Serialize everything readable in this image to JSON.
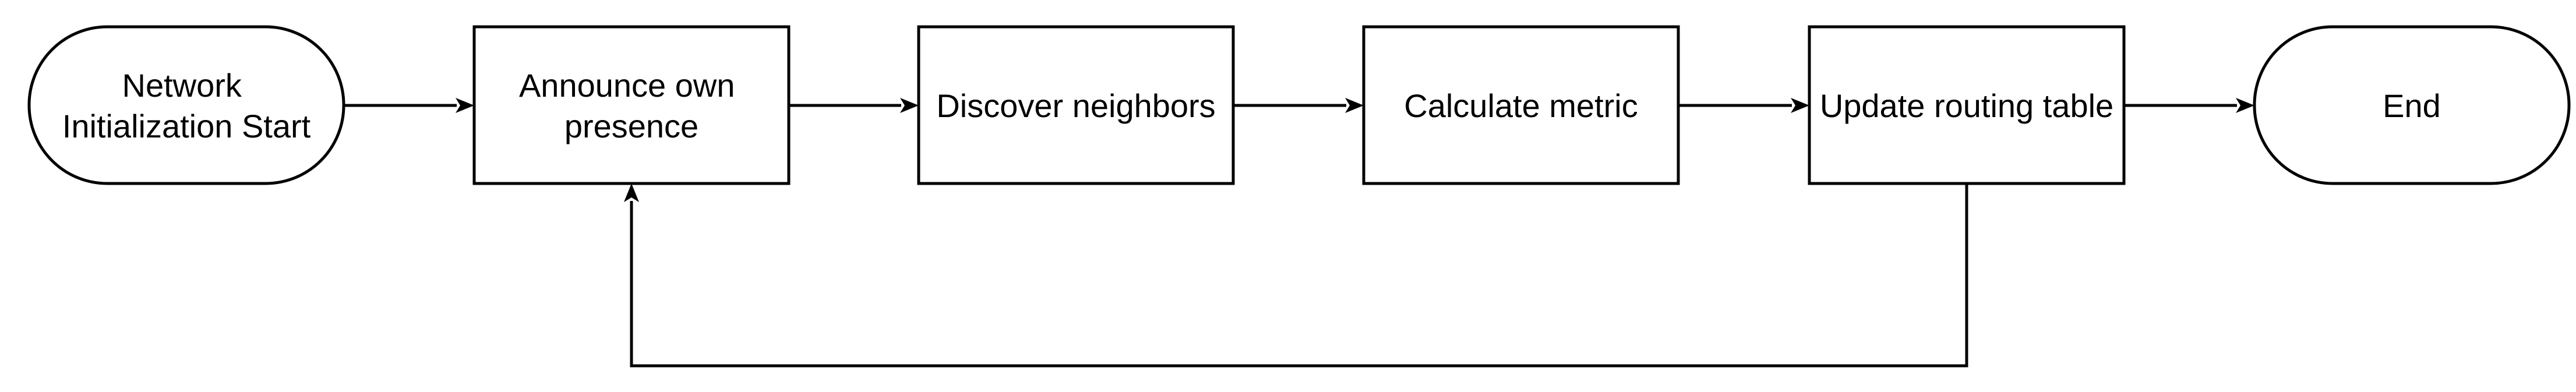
{
  "diagram": {
    "type": "flowchart",
    "nodes": {
      "start": {
        "shape": "terminator",
        "lines": [
          "Network",
          "Initialization Start"
        ]
      },
      "announce": {
        "shape": "process",
        "lines": [
          "Announce own",
          "presence"
        ]
      },
      "discover": {
        "shape": "process",
        "lines": [
          "Discover neighbors"
        ]
      },
      "calculate": {
        "shape": "process",
        "lines": [
          "Calculate metric"
        ]
      },
      "update": {
        "shape": "process",
        "lines": [
          "Update routing table"
        ]
      },
      "end": {
        "shape": "terminator",
        "lines": [
          "End"
        ]
      }
    },
    "edges": [
      {
        "from": "start",
        "to": "announce"
      },
      {
        "from": "announce",
        "to": "discover"
      },
      {
        "from": "discover",
        "to": "calculate"
      },
      {
        "from": "calculate",
        "to": "update"
      },
      {
        "from": "update",
        "to": "end"
      },
      {
        "from": "update",
        "to": "announce",
        "route": "loop-back-below"
      }
    ],
    "colors": {
      "stroke": "#000000",
      "fill": "#ffffff",
      "text": "#000000"
    }
  }
}
